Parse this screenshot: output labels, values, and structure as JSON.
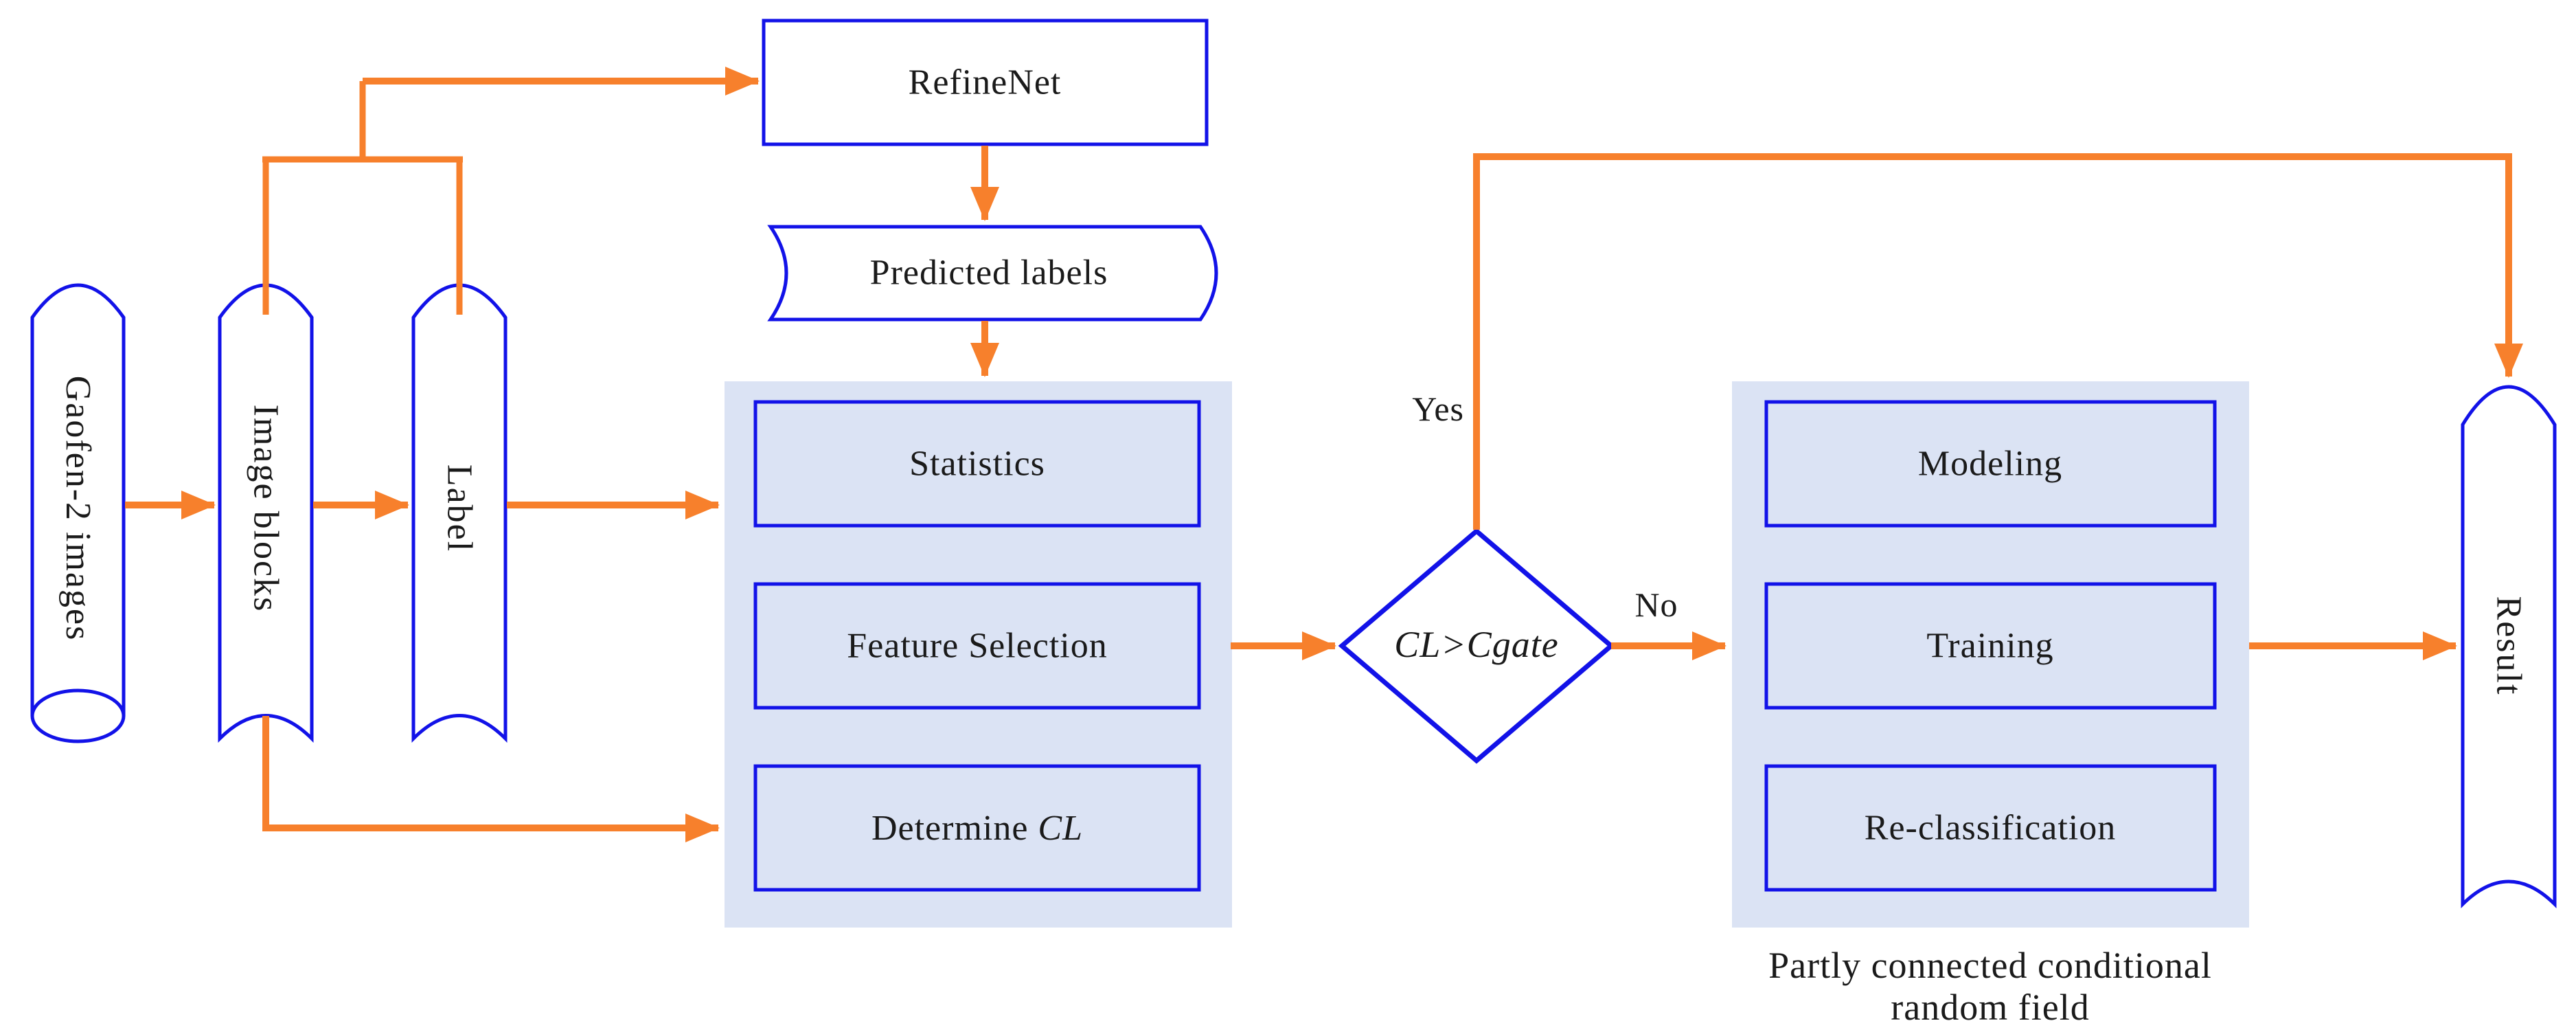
{
  "theme": {
    "blue": "#1212e8",
    "orange": "#f7802c",
    "panel": "#dbe3f4",
    "ink": "#1a1a1a",
    "white": "#ffffff",
    "bg": "#ffffff"
  },
  "cylinders": {
    "gaofen": "Gaofen-2 images",
    "image_blocks": "Image blocks",
    "label": "Label",
    "result": "Result"
  },
  "nodes": {
    "refinenet": "RefineNet",
    "predicted_labels": "Predicted labels",
    "statistics": "Statistics",
    "feature_selection": "Feature Selection",
    "determine_prefix": "Determine ",
    "determine_italic": "CL",
    "modeling": "Modeling",
    "training": "Training",
    "reclassification": "Re-classification"
  },
  "decision": {
    "label": "CL>Cgate"
  },
  "edges": {
    "yes": "Yes",
    "no": "No"
  },
  "caption": {
    "line1": "Partly connected conditional",
    "line2": "random field"
  }
}
